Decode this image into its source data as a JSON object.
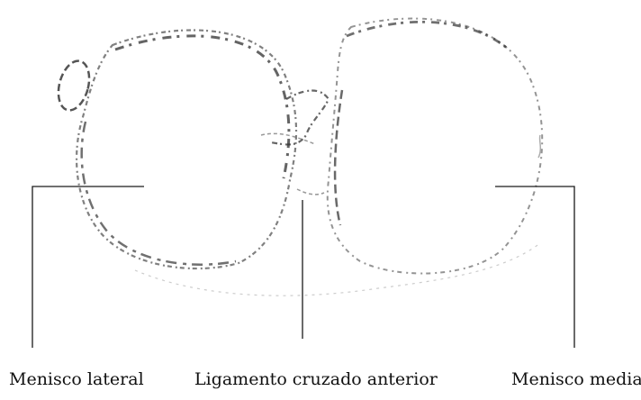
{
  "labels": {
    "lateral_meniscus": "Menisco lateral",
    "anterior_cruciate_ligament": "Ligamento cruzado anterior",
    "medial_meniscus": "Menisco medial"
  },
  "colors": {
    "background": "#ffffff",
    "outline": "#3a3a3a",
    "leader_line": "#1a1a1a"
  }
}
